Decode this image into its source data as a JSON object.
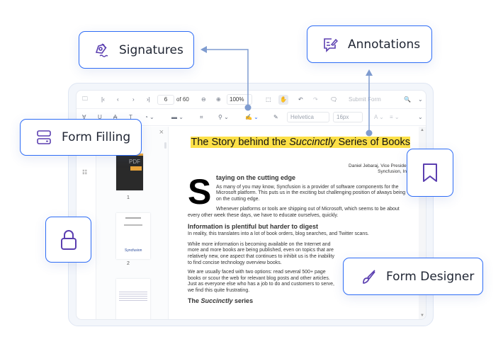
{
  "cards": {
    "signatures": "Signatures",
    "annotations": "Annotations",
    "form_filling": "Form Filling",
    "form_designer": "Form Designer"
  },
  "toolbar": {
    "page_current": "6",
    "page_total": "of 60",
    "zoom": "100%",
    "submit": "Submit Form",
    "font": "Helvetica",
    "font_size": "16px"
  },
  "thumbnails": {
    "labels": [
      "1",
      "2"
    ],
    "pdf_badge": "PDF",
    "thumb2_brand": "Syncfusion"
  },
  "document": {
    "title_pre": "The Story behind the ",
    "title_italic": "Succinctly",
    "title_post": " Series of Books",
    "author": "Daniel Jebaraj, Vice President",
    "company": "Syncfusion, Inc.",
    "dropcap": "S",
    "h1": "taying on the cutting edge",
    "p1": "As many of you may know, Syncfusion is a provider of software components for the Microsoft platform. This puts us in the exciting but challenging position of always being on the cutting edge.",
    "p2": "Whenever platforms or tools are shipping out of Microsoft, which seems to be about every other week these days, we have to educate ourselves, quickly.",
    "h2": "Information is plentiful but harder to digest",
    "p3": "In reality, this translates into a lot of book orders, blog searches, and Twitter scans.",
    "p4": "While more information is becoming available on the Internet and more and more books are being published, even on topics that are relatively new, one aspect that continues to inhibit us is the inability to find concise technology overview books.",
    "p5": "We are usually faced with two options: read several 500+ page books or scour the web for relevant blog posts and other articles. Just as everyone else who has a job to do and customers to serve, we find this quite frustrating.",
    "h3_pre": "The ",
    "h3_italic": "Succinctly",
    "h3_post": " series"
  },
  "colors": {
    "accent": "#2f6df6",
    "icon": "#5b3fb0",
    "connector": "#7f9cd0",
    "highlight": "#fde047"
  }
}
